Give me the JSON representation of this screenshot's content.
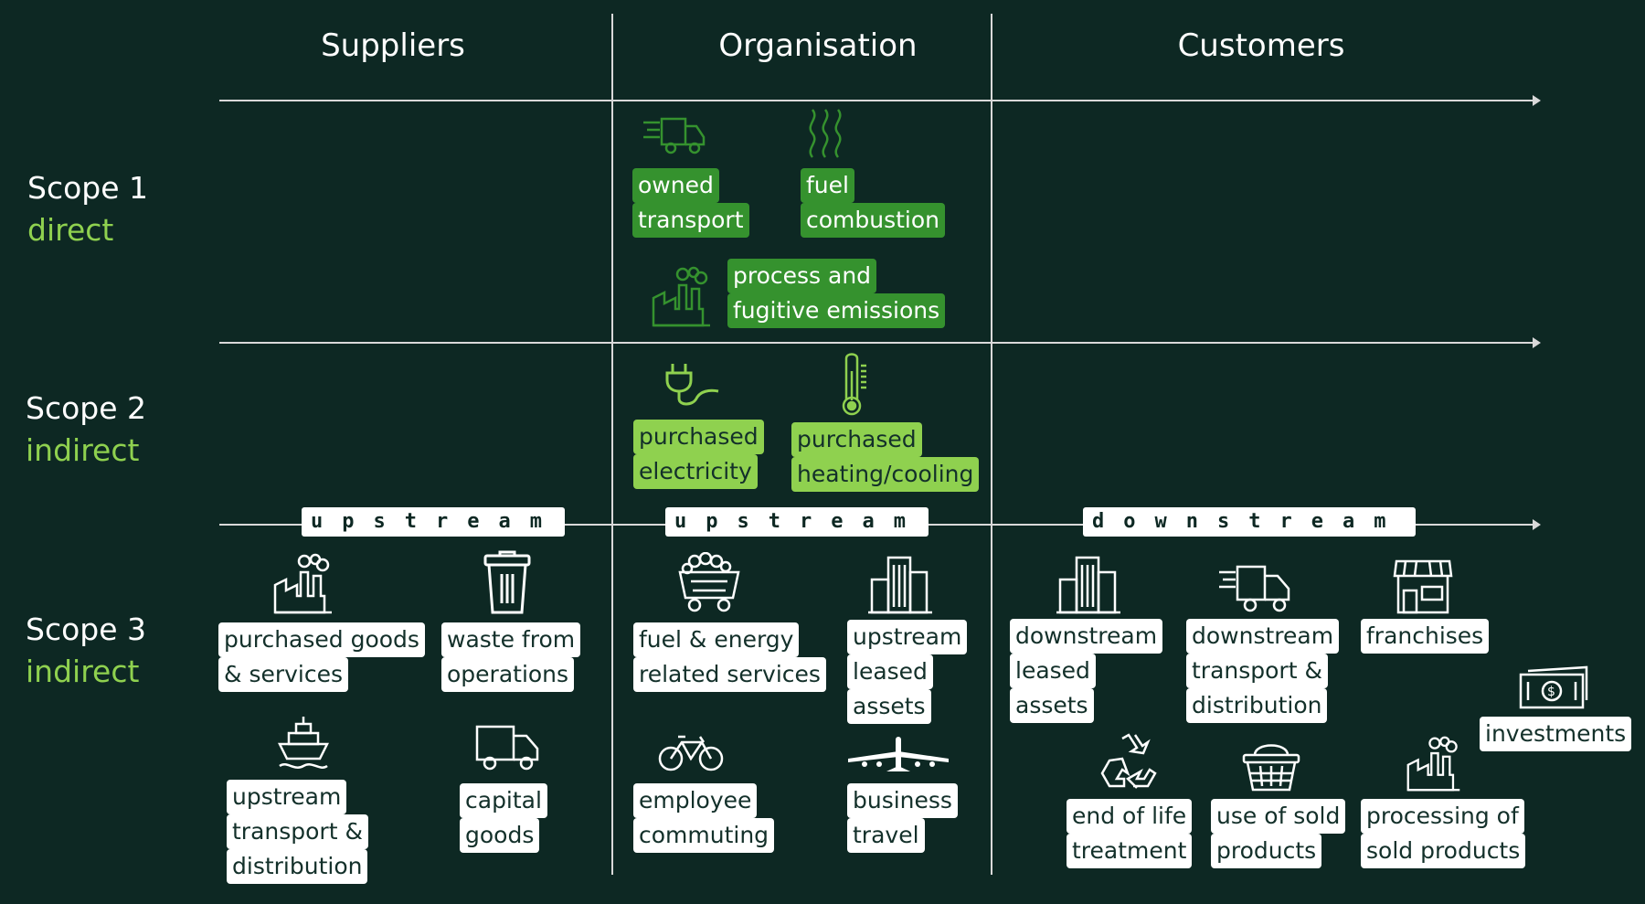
{
  "columns": [
    "Suppliers",
    "Organisation",
    "Customers"
  ],
  "scopes": [
    {
      "title": "Scope 1",
      "subtitle": "direct"
    },
    {
      "title": "Scope 2",
      "subtitle": "indirect"
    },
    {
      "title": "Scope 3",
      "subtitle": "indirect"
    }
  ],
  "streams": {
    "supplier_stream": "upstream",
    "organisation_stream": "upstream",
    "customer_stream": "downstream"
  },
  "scope1": {
    "owned_transport": [
      "owned",
      "transport"
    ],
    "fuel_combustion": [
      "fuel",
      "combustion"
    ],
    "process_emissions": [
      "process and",
      "fugitive emissions"
    ]
  },
  "scope2": {
    "purchased_electricity": [
      "purchased",
      "electricity"
    ],
    "purchased_heating": [
      "purchased",
      "heating/cooling"
    ]
  },
  "scope3": {
    "purchased_goods": [
      "purchased goods",
      "& services"
    ],
    "waste": [
      "waste from",
      "operations"
    ],
    "upstream_transport": [
      "upstream",
      "transport &",
      "distribution"
    ],
    "capital_goods": [
      "capital",
      "goods"
    ],
    "fuel_energy": [
      "fuel & energy",
      "related services"
    ],
    "upstream_leased": [
      "upstream",
      "leased",
      "assets"
    ],
    "employee_commuting": [
      "employee",
      "commuting"
    ],
    "business_travel": [
      "business",
      "travel"
    ],
    "downstream_leased": [
      "downstream",
      "leased",
      "assets"
    ],
    "downstream_transport": [
      "downstream",
      "transport &",
      "distribution"
    ],
    "franchises": [
      "franchises"
    ],
    "investments": [
      "investments"
    ],
    "end_of_life": [
      "end of life",
      "treatment"
    ],
    "use_of_sold": [
      "use of sold",
      "products"
    ],
    "processing_sold": [
      "processing of",
      "sold products"
    ]
  },
  "colors": {
    "background": "#0d2823",
    "accent": "#8fd14f",
    "scope1_box": "#35922e",
    "line": "#d9d9d9"
  },
  "icons": [
    "truck-icon",
    "heat-waves-icon",
    "factory-icon",
    "plug-icon",
    "thermometer-icon",
    "trash-icon",
    "ship-icon",
    "delivery-van-icon",
    "coal-cart-icon",
    "office-building-icon",
    "bicycle-icon",
    "airplane-icon",
    "store-icon",
    "banknote-icon",
    "recycle-icon",
    "basket-icon"
  ]
}
